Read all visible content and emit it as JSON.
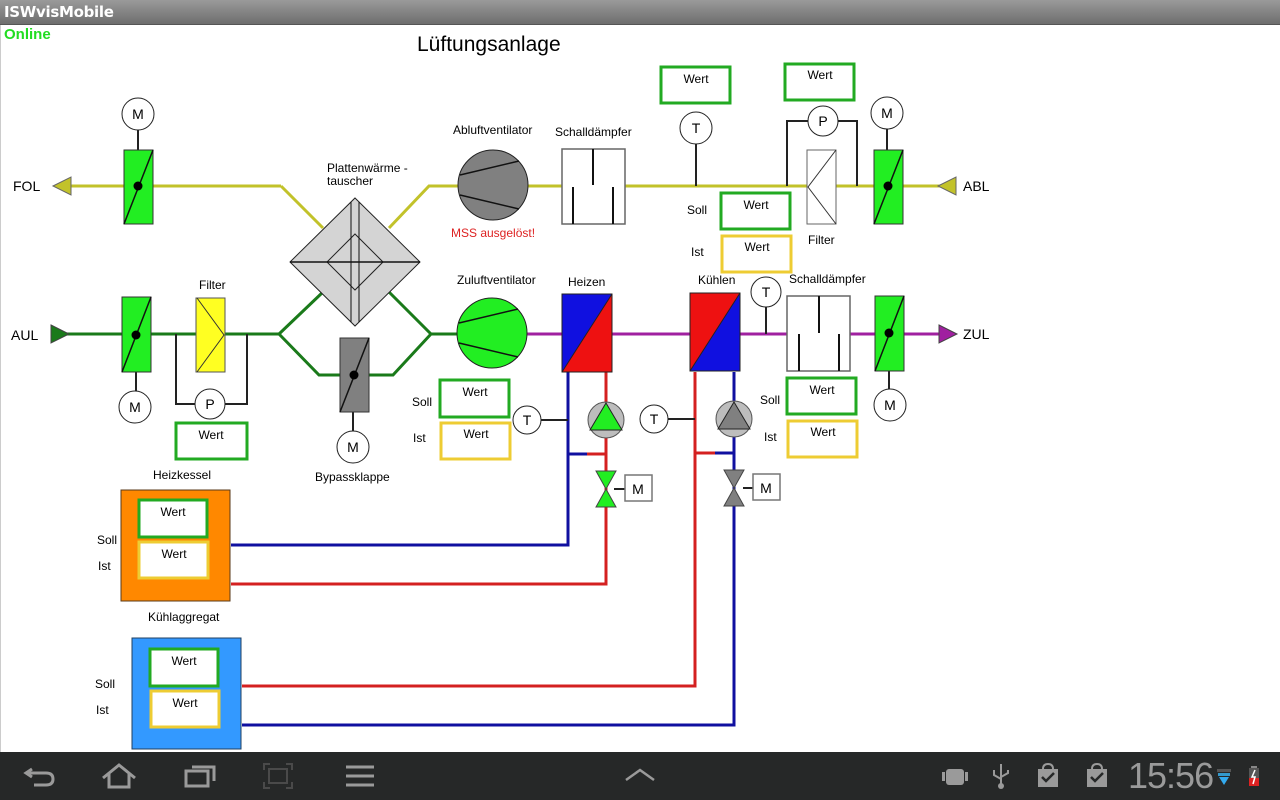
{
  "app": {
    "title": "ISWvisMobile",
    "connection_status": "Online",
    "connection_color": "#22dd22"
  },
  "page": {
    "title": "Lüftungsanlage"
  },
  "ports": {
    "fol": "FOL",
    "abl": "ABL",
    "aul": "AUL",
    "zul": "ZUL"
  },
  "labels": {
    "heat_exchanger_line1": "Plattenwärme -",
    "heat_exchanger_line2": "tauscher",
    "exhaust_fan": "Abluftventilator",
    "exhaust_fan_alarm": "MSS ausgelöst!",
    "exhaust_silencer": "Schalldämpfer",
    "exhaust_filter": "Filter",
    "supply_fan": "Zuluftventilator",
    "heating": "Heizen",
    "cooling": "Kühlen",
    "supply_silencer": "Schalldämpfer",
    "outdoor_filter": "Filter",
    "bypass_damper": "Bypassklappe",
    "boiler": "Heizkessel",
    "chiller": "Kühlaggregat"
  },
  "symbols": {
    "motor": "M",
    "pressure": "P",
    "temperature": "T"
  },
  "value_labels": {
    "setpoint": "Soll",
    "actual": "Ist"
  },
  "values": {
    "exhaust_temp_top": "Wert",
    "exhaust_pressure_top": "Wert",
    "exhaust_temp_soll": "Wert",
    "exhaust_temp_ist": "Wert",
    "outdoor_filter_pressure": "Wert",
    "supply_fan_soll": "Wert",
    "supply_fan_ist": "Wert",
    "supply_temp_soll": "Wert",
    "supply_temp_ist": "Wert",
    "boiler_soll": "Wert",
    "boiler_ist": "Wert",
    "chiller_soll": "Wert",
    "chiller_ist": "Wert"
  },
  "colors": {
    "exhaust_air": "#c2c22a",
    "outdoor_air": "#1a7a1a",
    "supply_air": "#a020a0",
    "flow_hot": "#d42020",
    "flow_cold": "#1010a0",
    "active": "#22ee22",
    "setpoint_border": "#22aa22",
    "actual_border": "#eecc33",
    "boiler": "#ff8800",
    "chiller": "#3399ff"
  },
  "system_bar": {
    "buttons": [
      "back-icon",
      "home-icon",
      "recent-apps-icon",
      "screenshot-icon",
      "menu-icon",
      "expand-icon"
    ],
    "notifications": [
      "android-debug-icon",
      "usb-icon",
      "store-icon",
      "store-icon"
    ],
    "time": "15:56"
  }
}
